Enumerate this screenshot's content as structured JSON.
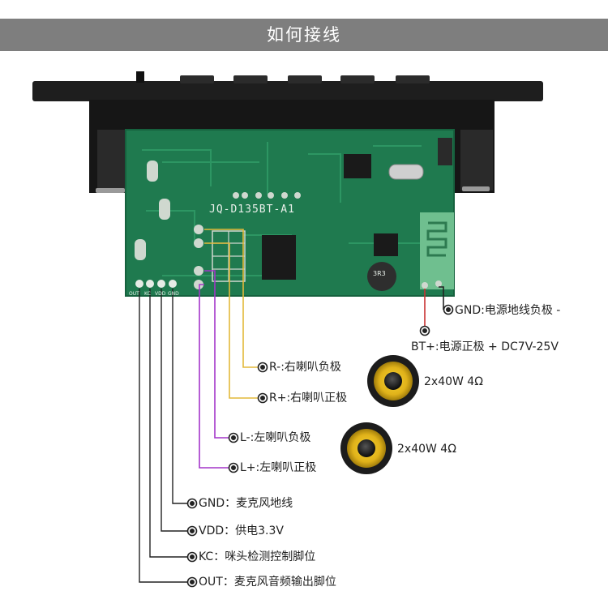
{
  "header": {
    "title": "如何接线"
  },
  "board": {
    "silkscreen": "JQ-D135BT-A1",
    "pins": [
      "OUT",
      "KC",
      "VDD",
      "GND"
    ],
    "chip_inductor": "3R3"
  },
  "power": [
    {
      "label": "GND:电源地线负极 -"
    },
    {
      "label": "BT+:电源正极 +  DC7V-25V"
    }
  ],
  "speakers": [
    {
      "label": "R-:右喇叭负极"
    },
    {
      "label": "R+:右喇叭正极"
    },
    {
      "label": "L-:左喇叭负极"
    },
    {
      "label": "L+:左喇叭正极"
    }
  ],
  "speaker_specs": [
    "2x40W 4Ω",
    "2x40W 4Ω"
  ],
  "mic_pins": [
    {
      "label": "GND：麦克风地线"
    },
    {
      "label": "VDD：供电3.3V"
    },
    {
      "label": "KC：咪头检测控制脚位"
    },
    {
      "label": "OUT：麦克风音频输出脚位"
    }
  ],
  "colors": {
    "header_bg": "#7e7e7e",
    "pcb": "#1f7a4f",
    "right_speaker_wire": "#e3b93a",
    "left_speaker_wire": "#a335c9",
    "power_wire": "#c83232",
    "lead_line": "#222222"
  }
}
